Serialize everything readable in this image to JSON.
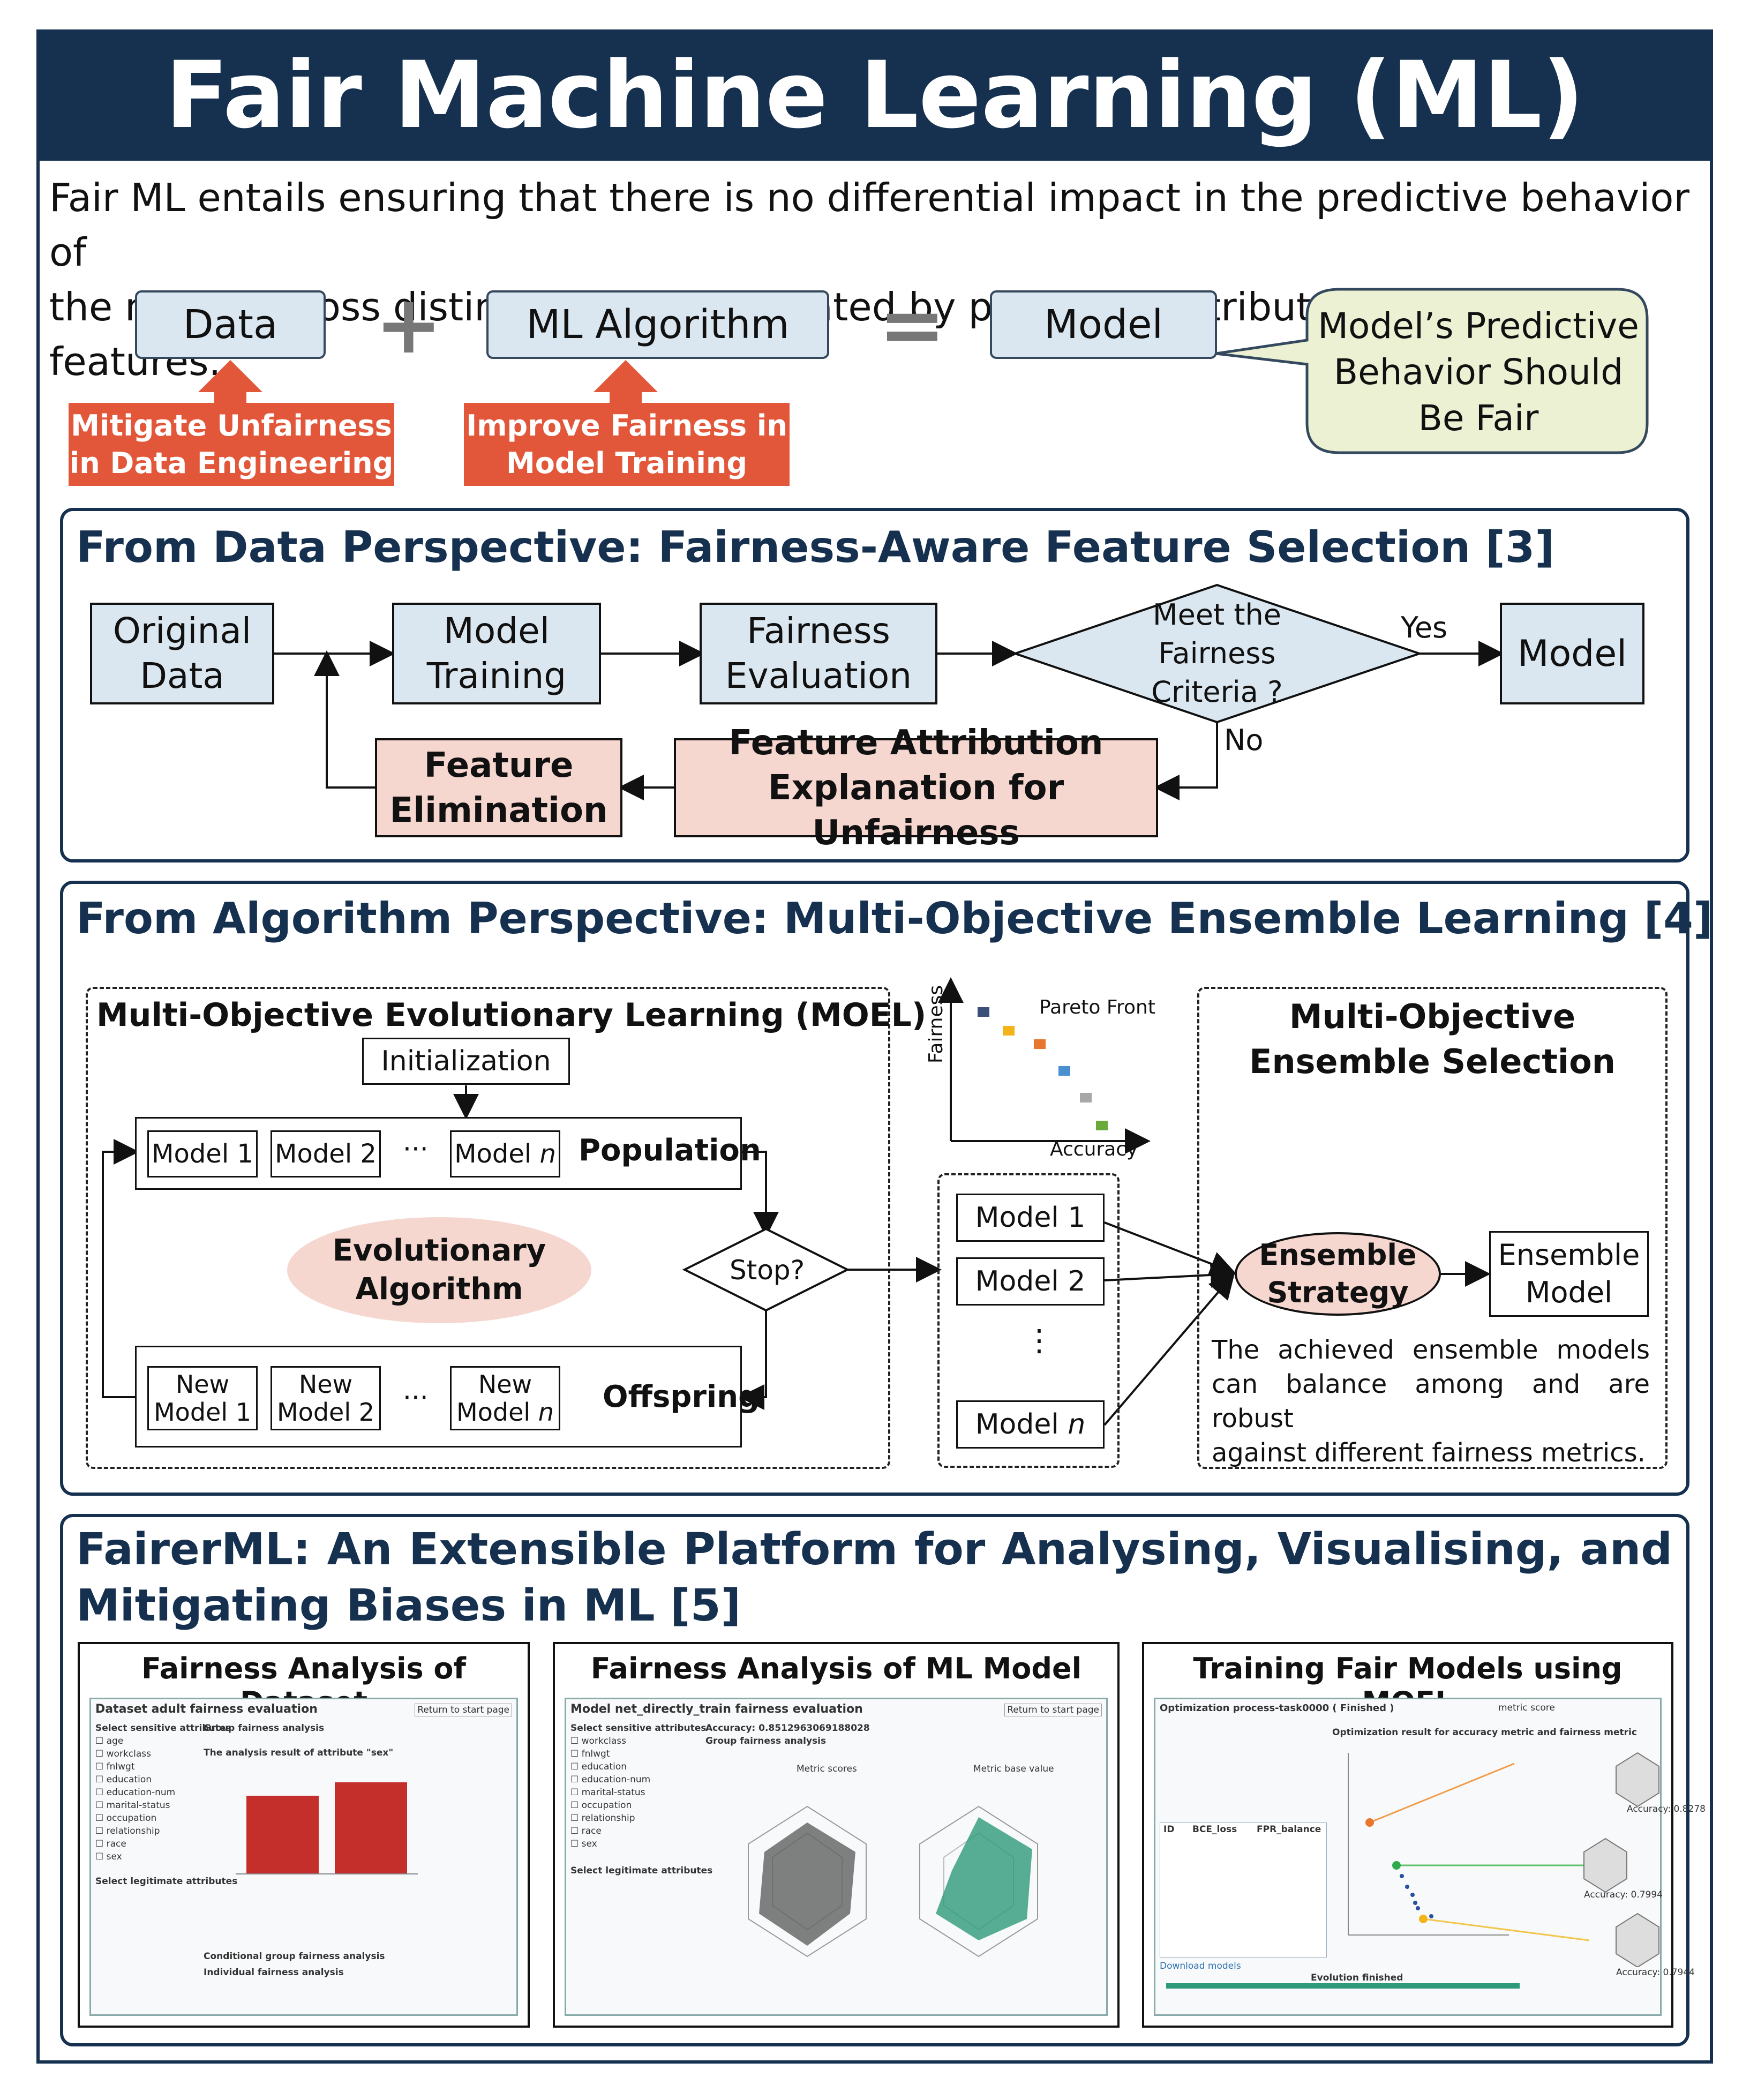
{
  "header": {
    "title": "Fair Machine Learning (ML)",
    "intro_line1": "Fair ML entails ensuring that there is no differential impact in the predictive behavior of",
    "intro_line2": "the model across distinct groups delineated by protected attributes sensitive features."
  },
  "equation": {
    "data": "Data",
    "plus": "+",
    "algorithm": "ML Algorithm",
    "equals": "=",
    "model": "Model",
    "callout_line1": "Model’s Predictive",
    "callout_line2": "Behavior Should",
    "callout_line3": "Be Fair",
    "mitigate_line1": "Mitigate Unfairness",
    "mitigate_line2": "in Data Engineering",
    "improve_line1": "Improve Fairness in",
    "improve_line2": "Model Training"
  },
  "data_perspective": {
    "title": "From Data Perspective: Fairness-Aware Feature Selection [3]",
    "original_line1": "Original",
    "original_line2": "Data",
    "training_line1": "Model",
    "training_line2": "Training",
    "evaluation_line1": "Fairness",
    "evaluation_line2": "Evaluation",
    "criteria_line1": "Meet the",
    "criteria_line2": "Fairness",
    "criteria_line3": "Criteria ?",
    "yes": "Yes",
    "no": "No",
    "model": "Model",
    "elimination_line1": "Feature",
    "elimination_line2": "Elimination",
    "attribution_line1": "Feature Attribution",
    "attribution_line2": "Explanation for Unfairness"
  },
  "algorithm_perspective": {
    "title": "From Algorithm Perspective: Multi-Objective Ensemble Learning [4]",
    "moel_title": "Multi-Objective Evolutionary Learning (MOEL)",
    "initialization": "Initialization",
    "model1": "Model 1",
    "model2": "Model 2",
    "modeln_prefix": "Model ",
    "n": "n",
    "ellipsis": "···",
    "population": "Population",
    "evo_line1": "Evolutionary",
    "evo_line2": "Algorithm",
    "stop": "Stop?",
    "new": "New",
    "model": "Model",
    "offspring": "Offspring",
    "pareto_label": "Pareto Front",
    "fairness_axis": "Fairness",
    "accuracy_axis": "Accuracy",
    "selected_model1": "Model 1",
    "selected_model2": "Model 2",
    "vdots": "⋮",
    "mes_line1": "Multi-Objective",
    "mes_line2": "Ensemble Selection",
    "strategy_line1": "Ensemble",
    "strategy_line2": "Strategy",
    "ensemble_line1": "Ensemble",
    "ensemble_line2": "Model",
    "note_line1": "The achieved ensemble models",
    "note_line2": "can balance among and are robust",
    "note_line3": "against different fairness metrics.",
    "pareto_colors": [
      "#3b4f7a",
      "#f2b418",
      "#e8762c",
      "#4a8fd0",
      "#a8a8a8",
      "#6aaa3c"
    ]
  },
  "fairerml": {
    "title_line1": "FairerML: An Extensible Platform for Analysing, Visualising, and",
    "title_line2": "Mitigating Biases in ML [5]",
    "screenshots": [
      {
        "title": "Fairness Analysis of Dataset",
        "heading": "Dataset adult fairness evaluation",
        "button": "Return to start page",
        "sub1": "Group fairness analysis",
        "sub2": "The analysis result of attribute \"sex\"",
        "sub3": "Conditional group fairness analysis",
        "sub4": "Individual fairness analysis",
        "list_title": "Select sensitive attributes",
        "list2_title": "Select legitimate attributes",
        "items": [
          "age",
          "workclass",
          "fnlwgt",
          "education",
          "education-num",
          "marital-status",
          "occupation",
          "relationship",
          "race",
          "sex"
        ]
      },
      {
        "title": "Fairness Analysis of ML Model",
        "heading": "Model net_directly_train fairness evaluation",
        "button": "Return to start page",
        "sub1": "Accuracy: 0.8512963069188028",
        "sub2": "Group fairness analysis",
        "sub3": "Metric scores",
        "sub4": "Metric base value",
        "list_title": "Select sensitive attributes",
        "list2_title": "Select legitimate attributes",
        "items": [
          "workclass",
          "fnlwgt",
          "education",
          "education-num",
          "marital-status",
          "occupation",
          "relationship",
          "race",
          "sex"
        ]
      },
      {
        "title": "Training Fair Models using MOEL",
        "heading": "Optimization process-task0000 ( Finished )",
        "sub1": "Optimization result for accuracy metric and fairness metric",
        "sub2": "metric score",
        "sub3": "Evolution finished",
        "sub4": "Download models",
        "col1": "ID",
        "col2": "BCE_loss",
        "col3": "FPR_balance",
        "acc1": "Accuracy: 0.8278",
        "acc2": "Accuracy: 0.7994",
        "acc3": "Accuracy: 0.7944"
      }
    ]
  }
}
